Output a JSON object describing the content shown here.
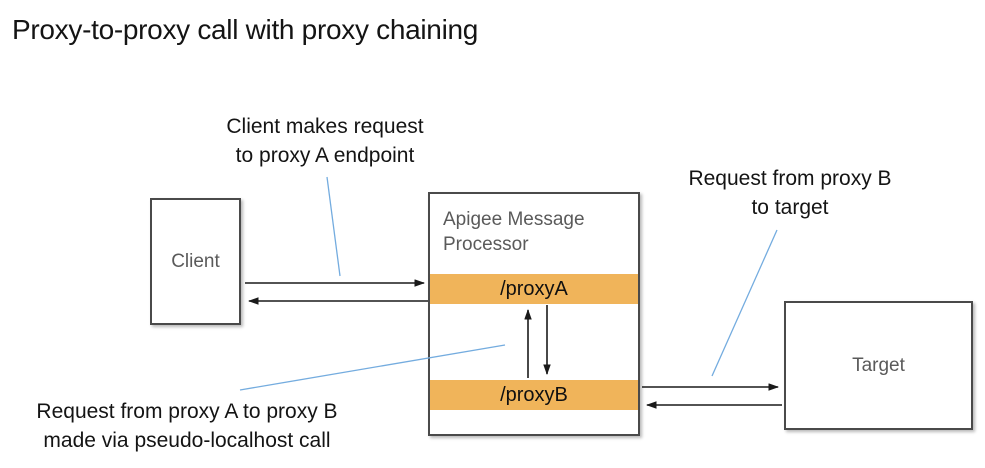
{
  "title": "Proxy-to-proxy call with proxy chaining",
  "annotations": {
    "client_request": {
      "line1": "Client makes request",
      "line2": "to proxy A endpoint"
    },
    "proxyb_to_target": {
      "line1": "Request from proxy B",
      "line2": "to target"
    },
    "proxya_to_proxyb": {
      "line1": "Request from proxy A to proxy B",
      "line2": "made via pseudo-localhost call"
    }
  },
  "nodes": {
    "client": {
      "label": "Client"
    },
    "message_processor": {
      "label": "Apigee Message Processor"
    },
    "proxy_a": {
      "label": "/proxyA"
    },
    "proxy_b": {
      "label": "/proxyB"
    },
    "target": {
      "label": "Target"
    }
  },
  "colors": {
    "proxy_bar": "#F0B45A",
    "box_border": "#4A4A4A",
    "box_label": "#5A5A5A",
    "annotation_text": "#141414",
    "leader_line": "#74ACDF",
    "arrow": "#1A1A1A"
  }
}
